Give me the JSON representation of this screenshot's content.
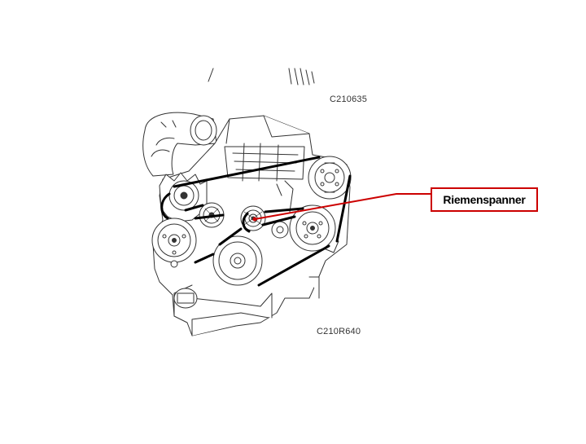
{
  "figure": {
    "code_top": "C210635",
    "code_bottom": "C210R640",
    "callout_label": "Riemenspanner",
    "callout_color": "#cc0000",
    "belt_color": "#000000",
    "line_color": "#333333",
    "icon": "engine-belt-drive-illustration"
  }
}
